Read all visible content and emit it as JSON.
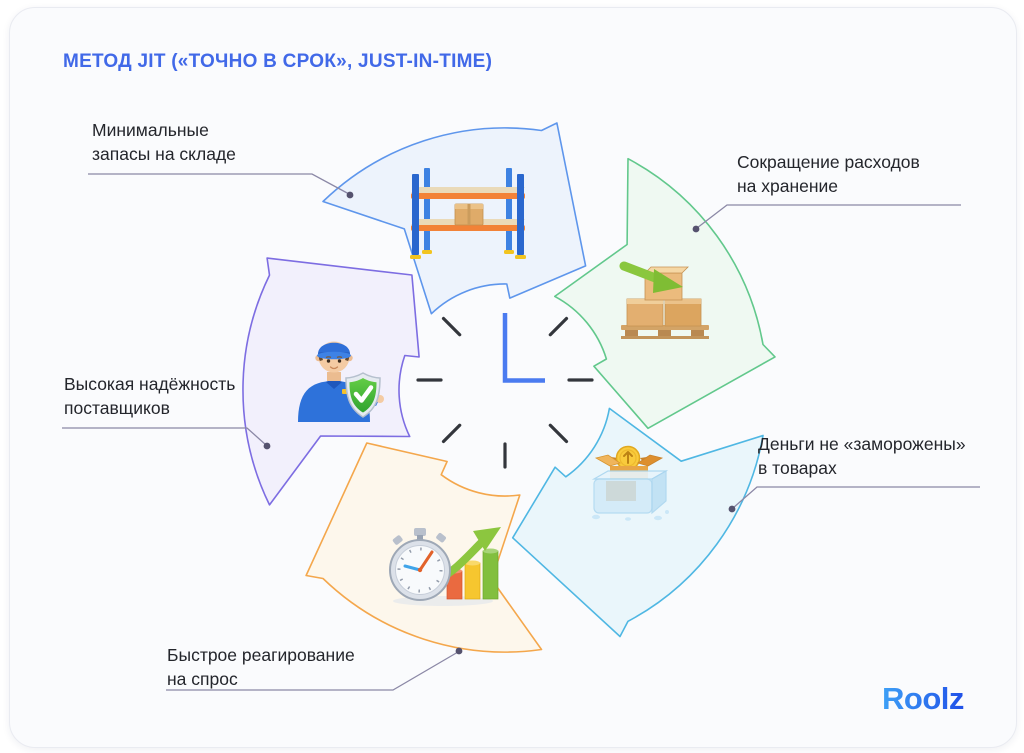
{
  "title": "МЕТОД JIT («ТОЧНО В СРОК», JUST-IN-TIME)",
  "title_color": "#4169E8",
  "benefits": [
    {
      "label": "Минимальные\nзапасы на складе",
      "icon": "warehouse-rack-icon",
      "arrow_stroke": "#5E96EC",
      "arrow_fill": "#EDF3FC"
    },
    {
      "label": "Сокращение расходов\nна хранение",
      "icon": "pallet-boxes-icon",
      "arrow_stroke": "#62C88C",
      "arrow_fill": "#EFF9F2"
    },
    {
      "label": "Деньги не «заморожены»\nв товарах",
      "icon": "frozen-money-box-icon",
      "arrow_stroke": "#4FB7E3",
      "arrow_fill": "#EAF6FB"
    },
    {
      "label": "Быстрое реагирование\nна спрос",
      "icon": "stopwatch-growth-icon",
      "arrow_stroke": "#F4A74C",
      "arrow_fill": "#FDF7EC"
    },
    {
      "label": "Высокая надёжность\nпоставщиков",
      "icon": "courier-shield-icon",
      "arrow_stroke": "#7D6DE2",
      "arrow_fill": "#F2F0FC"
    }
  ],
  "clock": {
    "time_shown": "3:00",
    "hand_color": "#4A7BF0",
    "tick_color": "#33363C"
  },
  "connectors": {
    "line_color": "#8B88A6",
    "dot_color": "#55526E"
  },
  "label_color": "#24262C",
  "card_bg": "#FAFBFD",
  "brand": {
    "name": "Roolz",
    "gradient_start": "#3EA0F6",
    "gradient_end": "#2050E8"
  }
}
